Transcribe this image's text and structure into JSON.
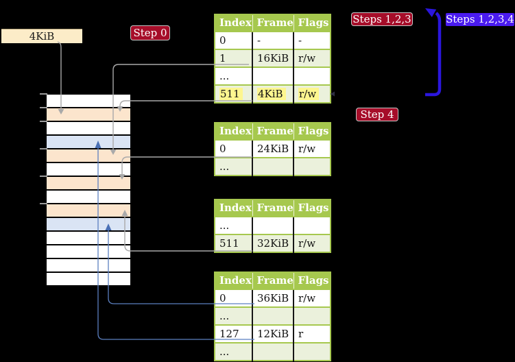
{
  "labels": {
    "page_size": "4KiB"
  },
  "badges": {
    "step0": "Step 0",
    "steps123": "Steps 1,2,3",
    "steps1234": "Steps 1,2,3,4",
    "step4": "Step 4"
  },
  "colors": {
    "background": "#000000",
    "wheat_label": "#fcecc8",
    "table_header_green": "#a6c84e",
    "row_tint_green": "#ebf1dc",
    "highlight_yellow": "#fdf68f",
    "strip_white": "#ffffff",
    "strip_orange": "#fce5cd",
    "strip_blue": "#dae4f4",
    "badge_red": "#a60d29",
    "badge_purple": "#4a1bf0",
    "arrow_gray": "#a9a9a9",
    "arrow_blue_thin": "#5b7fc0",
    "arrow_blue_thick": "#2b16dd"
  },
  "memory_strip": {
    "row_colors": [
      "white",
      "orange",
      "white",
      "blue",
      "orange",
      "white",
      "orange",
      "white",
      "orange",
      "blue",
      "white",
      "white",
      "white",
      "white"
    ],
    "tick_row_boundaries": [
      0,
      1,
      2,
      4,
      6,
      8
    ]
  },
  "tables": [
    {
      "name": "table-top",
      "headers": [
        "Index",
        "Frame",
        "Flags"
      ],
      "rows": [
        {
          "cells": [
            "0",
            "-",
            "-"
          ]
        },
        {
          "cells": [
            "1",
            "16KiB",
            "r/w"
          ]
        },
        {
          "cells": [
            "...",
            "",
            ""
          ]
        },
        {
          "cells": [
            "511",
            "4KiB",
            "r/w"
          ]
        }
      ]
    },
    {
      "name": "table-second",
      "headers": [
        "Index",
        "Frame",
        "Flags"
      ],
      "rows": [
        {
          "cells": [
            "0",
            "24KiB",
            "r/w"
          ]
        },
        {
          "cells": [
            "...",
            "",
            ""
          ]
        }
      ]
    },
    {
      "name": "table-third",
      "headers": [
        "Index",
        "Frame",
        "Flags"
      ],
      "rows": [
        {
          "cells": [
            "...",
            "",
            ""
          ]
        },
        {
          "cells": [
            "511",
            "32KiB",
            "r/w"
          ]
        }
      ]
    },
    {
      "name": "table-bottom",
      "headers": [
        "Index",
        "Frame",
        "Flags"
      ],
      "rows": [
        {
          "cells": [
            "0",
            "36KiB",
            "r/w"
          ]
        },
        {
          "cells": [
            "...",
            "",
            ""
          ]
        },
        {
          "cells": [
            "127",
            "12KiB",
            "r"
          ]
        },
        {
          "cells": [
            "...",
            "",
            ""
          ]
        }
      ]
    }
  ],
  "arrows": [
    {
      "color": "gray",
      "from": "4KiB label",
      "to": "memory frame row 2"
    },
    {
      "color": "gray",
      "from": "table-top index 1 (16KiB)",
      "to": "memory frame row 5"
    },
    {
      "color": "gray",
      "from": "table-top index 511 (4KiB)",
      "to": "memory frame row 2"
    },
    {
      "color": "gray",
      "from": "table-second index 0 (24KiB)",
      "to": "memory frame row 7"
    },
    {
      "color": "gray",
      "from": "table-third index 511 (32KiB)",
      "to": "memory frame row 9"
    },
    {
      "color": "blue",
      "from": "table-bottom index 0 (36KiB)",
      "to": "memory frame row 10"
    },
    {
      "color": "blue",
      "from": "table-bottom index 127 (12KiB)",
      "to": "memory frame row 4"
    },
    {
      "color": "thick-blue",
      "from": "table-top right edge",
      "to": "Steps 1,2,3 label"
    }
  ]
}
